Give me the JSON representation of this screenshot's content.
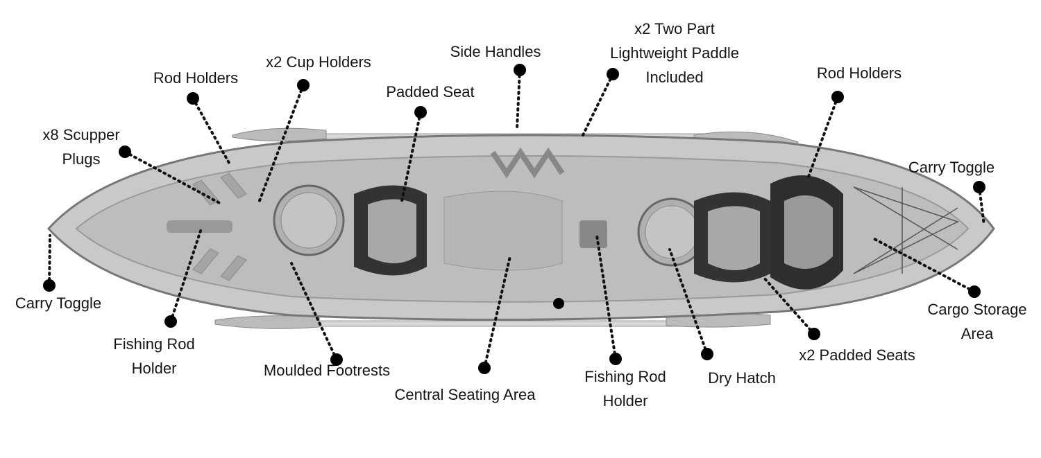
{
  "title": "Kayak features diagram",
  "labels": {
    "rod_holders_left": [
      "Rod Holders"
    ],
    "cup_holders": [
      "x2 Cup Holders"
    ],
    "side_handles": [
      "Side Handles"
    ],
    "padded_seat": [
      "Padded Seat"
    ],
    "paddle": [
      "x2 Two Part",
      "Lightweight Paddle",
      "Included"
    ],
    "rod_holders_right": [
      "Rod Holders"
    ],
    "scupper_plugs": [
      "x8 Scupper",
      "Plugs"
    ],
    "carry_toggle_right": [
      "Carry Toggle"
    ],
    "carry_toggle_left": [
      "Carry Toggle"
    ],
    "fishing_rod_holder_left": [
      "Fishing Rod",
      "Holder"
    ],
    "moulded_footrests": [
      "Moulded Footrests"
    ],
    "central_seating": [
      "Central Seating Area"
    ],
    "fishing_rod_holder_center": [
      "Fishing Rod",
      "Holder"
    ],
    "dry_hatch": [
      "Dry Hatch"
    ],
    "padded_seats": [
      "x2 Padded Seats"
    ],
    "cargo_storage": [
      "Cargo Storage",
      "Area"
    ]
  },
  "colors": {
    "hull": "#c9c9c9",
    "detail": "#8a8a8a",
    "dark": "#3a3a3a",
    "text": "#151515"
  }
}
